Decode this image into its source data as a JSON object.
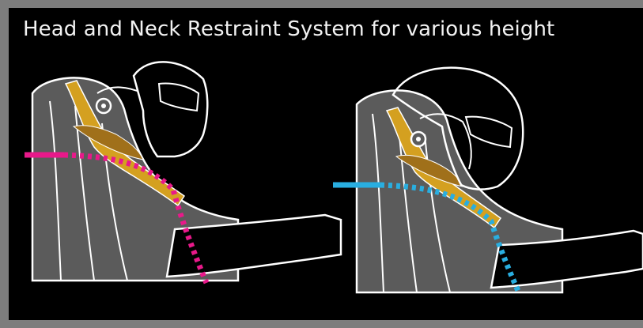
{
  "title": "Head and Neck Restraint System for various height",
  "colors": {
    "panel_background": "#000000",
    "frame_border": "#7d7d7d",
    "title_text": "#f2f2f2",
    "body_fill": "#5a5a5a",
    "body_outline": "#ffffff",
    "restraint_device": "#d4a020",
    "tall_driver_line": "#e8198a",
    "short_driver_line": "#29aee0"
  },
  "figures": [
    {
      "id": "tall-driver",
      "line_color": "#e8198a"
    },
    {
      "id": "short-driver",
      "line_color": "#29aee0"
    }
  ]
}
